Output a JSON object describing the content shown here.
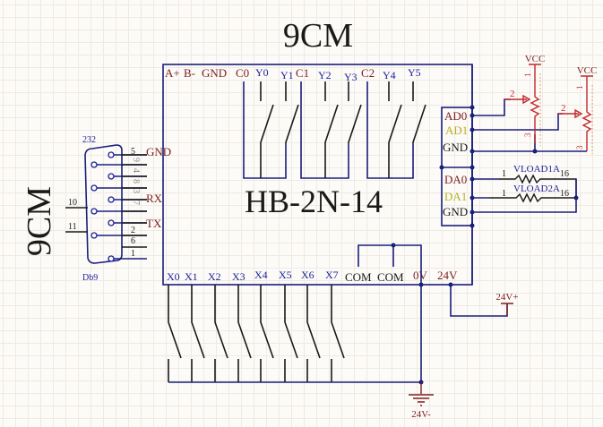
{
  "diagram": {
    "title_top": "9CM",
    "title_side": "9CM",
    "module_name": "HB-2N-14",
    "top_pins": [
      "A+",
      "B-",
      "GND",
      "C0",
      "Y0",
      "Y1",
      "C1",
      "Y2",
      "Y3",
      "C2",
      "Y4",
      "Y5"
    ],
    "bottom_pins": [
      "X0",
      "X1",
      "X2",
      "X3",
      "X4",
      "X5",
      "X6",
      "X7",
      "COM",
      "COM",
      "0V",
      "24V"
    ],
    "analog_in_pins": [
      "AD0",
      "AD1",
      "GND"
    ],
    "analog_out_pins": [
      "DA0",
      "DA1",
      "GND"
    ],
    "connector": {
      "label": "232",
      "part": "Db9",
      "signals": [
        "GND",
        "RX",
        "TX"
      ],
      "pin_numbers": [
        "5",
        "9",
        "4",
        "8",
        "3",
        "7",
        "2",
        "6",
        "1"
      ],
      "left_nets": [
        "10",
        "11"
      ]
    },
    "potentiometers": [
      {
        "power": "VCC",
        "pin_top": "1",
        "pin_wiper": "2",
        "pin_bottom": "3"
      },
      {
        "power": "VCC",
        "pin_top": "1",
        "pin_wiper": "2",
        "pin_bottom": "3"
      }
    ],
    "loads": [
      {
        "name": "VLOAD1A",
        "pin_a": "1",
        "pin_b": "16"
      },
      {
        "name": "VLOAD2A",
        "pin_a": "1",
        "pin_b": "16"
      }
    ],
    "power_labels": {
      "positive": "24V+",
      "negative": "24V-"
    }
  }
}
